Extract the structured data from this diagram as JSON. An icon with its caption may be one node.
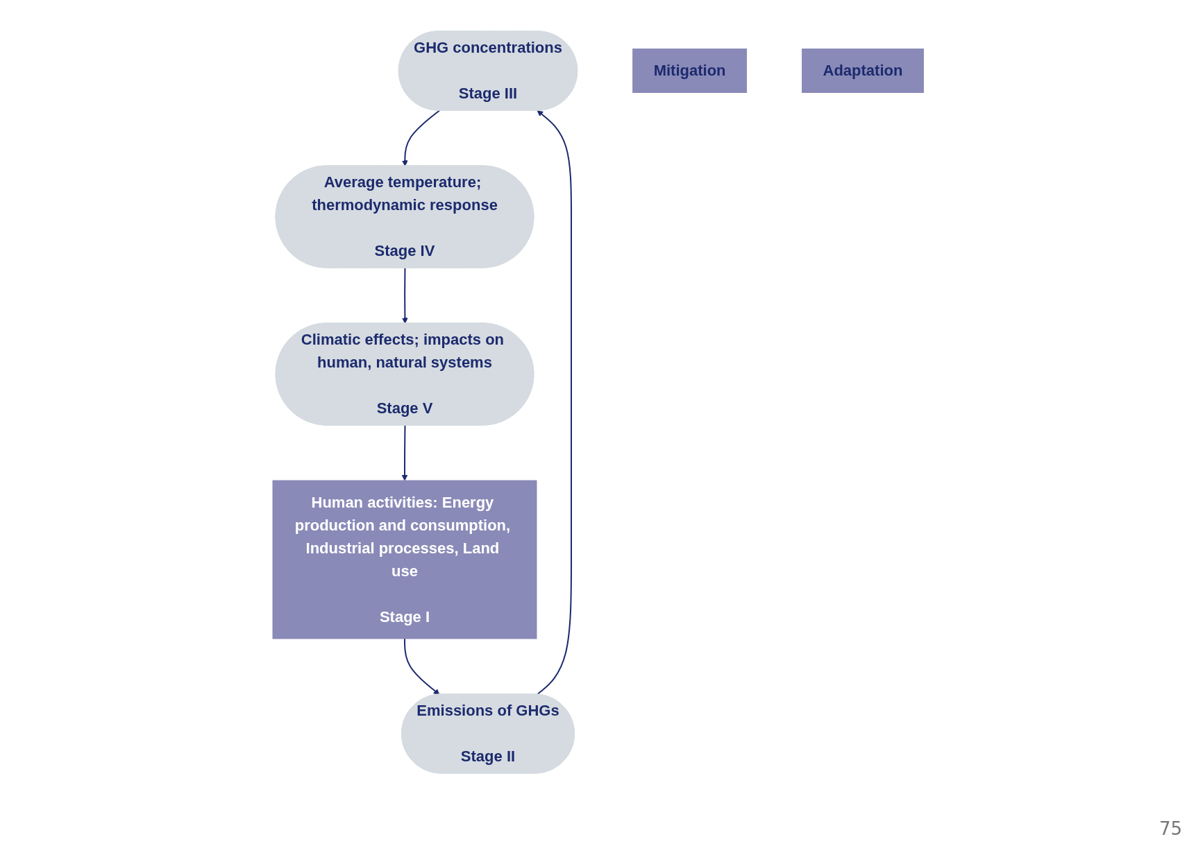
{
  "diagram": {
    "nodes": [
      {
        "text": [
          "GHG concentrations",
          "Stage III"
        ]
      },
      {
        "text": [
          "Average temperature; thermodynamic response",
          "Stage IV"
        ]
      },
      {
        "text": [
          "Emissions of GHGs",
          "Stage II"
        ]
      },
      {
        "text": [
          "Climatic effects; impacts on human, natural systems",
          "Stage V"
        ]
      },
      {
        "text": [
          "Mitigation"
        ]
      },
      {
        "text": [
          "Human activities: Energy production and consumption, Industrial processes, Land use",
          "Stage I"
        ]
      },
      {
        "text": [
          "Adaptation"
        ]
      }
    ],
    "edges": [
      {
        "from": 5,
        "to": 2,
        "arrow": "to"
      },
      {
        "from": 2,
        "to": 0,
        "arrow": "to"
      },
      {
        "from": 0,
        "to": 1,
        "arrow": "to"
      },
      {
        "from": 1,
        "to": 3,
        "arrow": "to"
      },
      {
        "from": 3,
        "to": 5,
        "arrow": "to"
      }
    ],
    "labels": [
      "75"
    ]
  }
}
